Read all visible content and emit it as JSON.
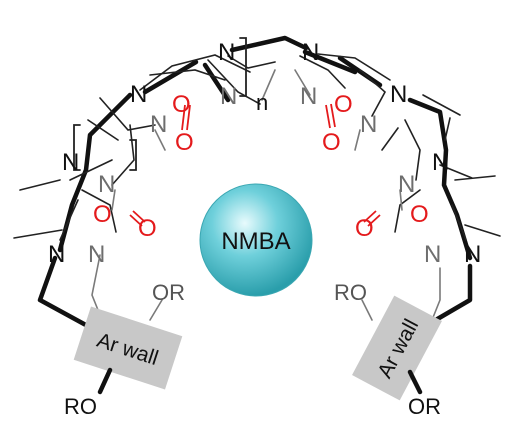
{
  "diagram": {
    "guest": {
      "label": "NMBA",
      "color": "#5ec9d4"
    },
    "repeat_subscript": "n",
    "walls": [
      {
        "label": "Ar wall",
        "color": "#c8c8c8"
      },
      {
        "label": "Ar wall",
        "color": "#c8c8c8"
      }
    ],
    "substituents": [
      {
        "label": "OR"
      },
      {
        "label": "RO"
      },
      {
        "label": "RO"
      },
      {
        "label": "OR"
      }
    ],
    "atom_colors": {
      "nitrogen": "#111111",
      "oxygen": "#e41a1c",
      "pendant_nitrogen": "#6e6e6e"
    },
    "atoms": {
      "nitrogen": "N",
      "oxygen": "O"
    }
  }
}
